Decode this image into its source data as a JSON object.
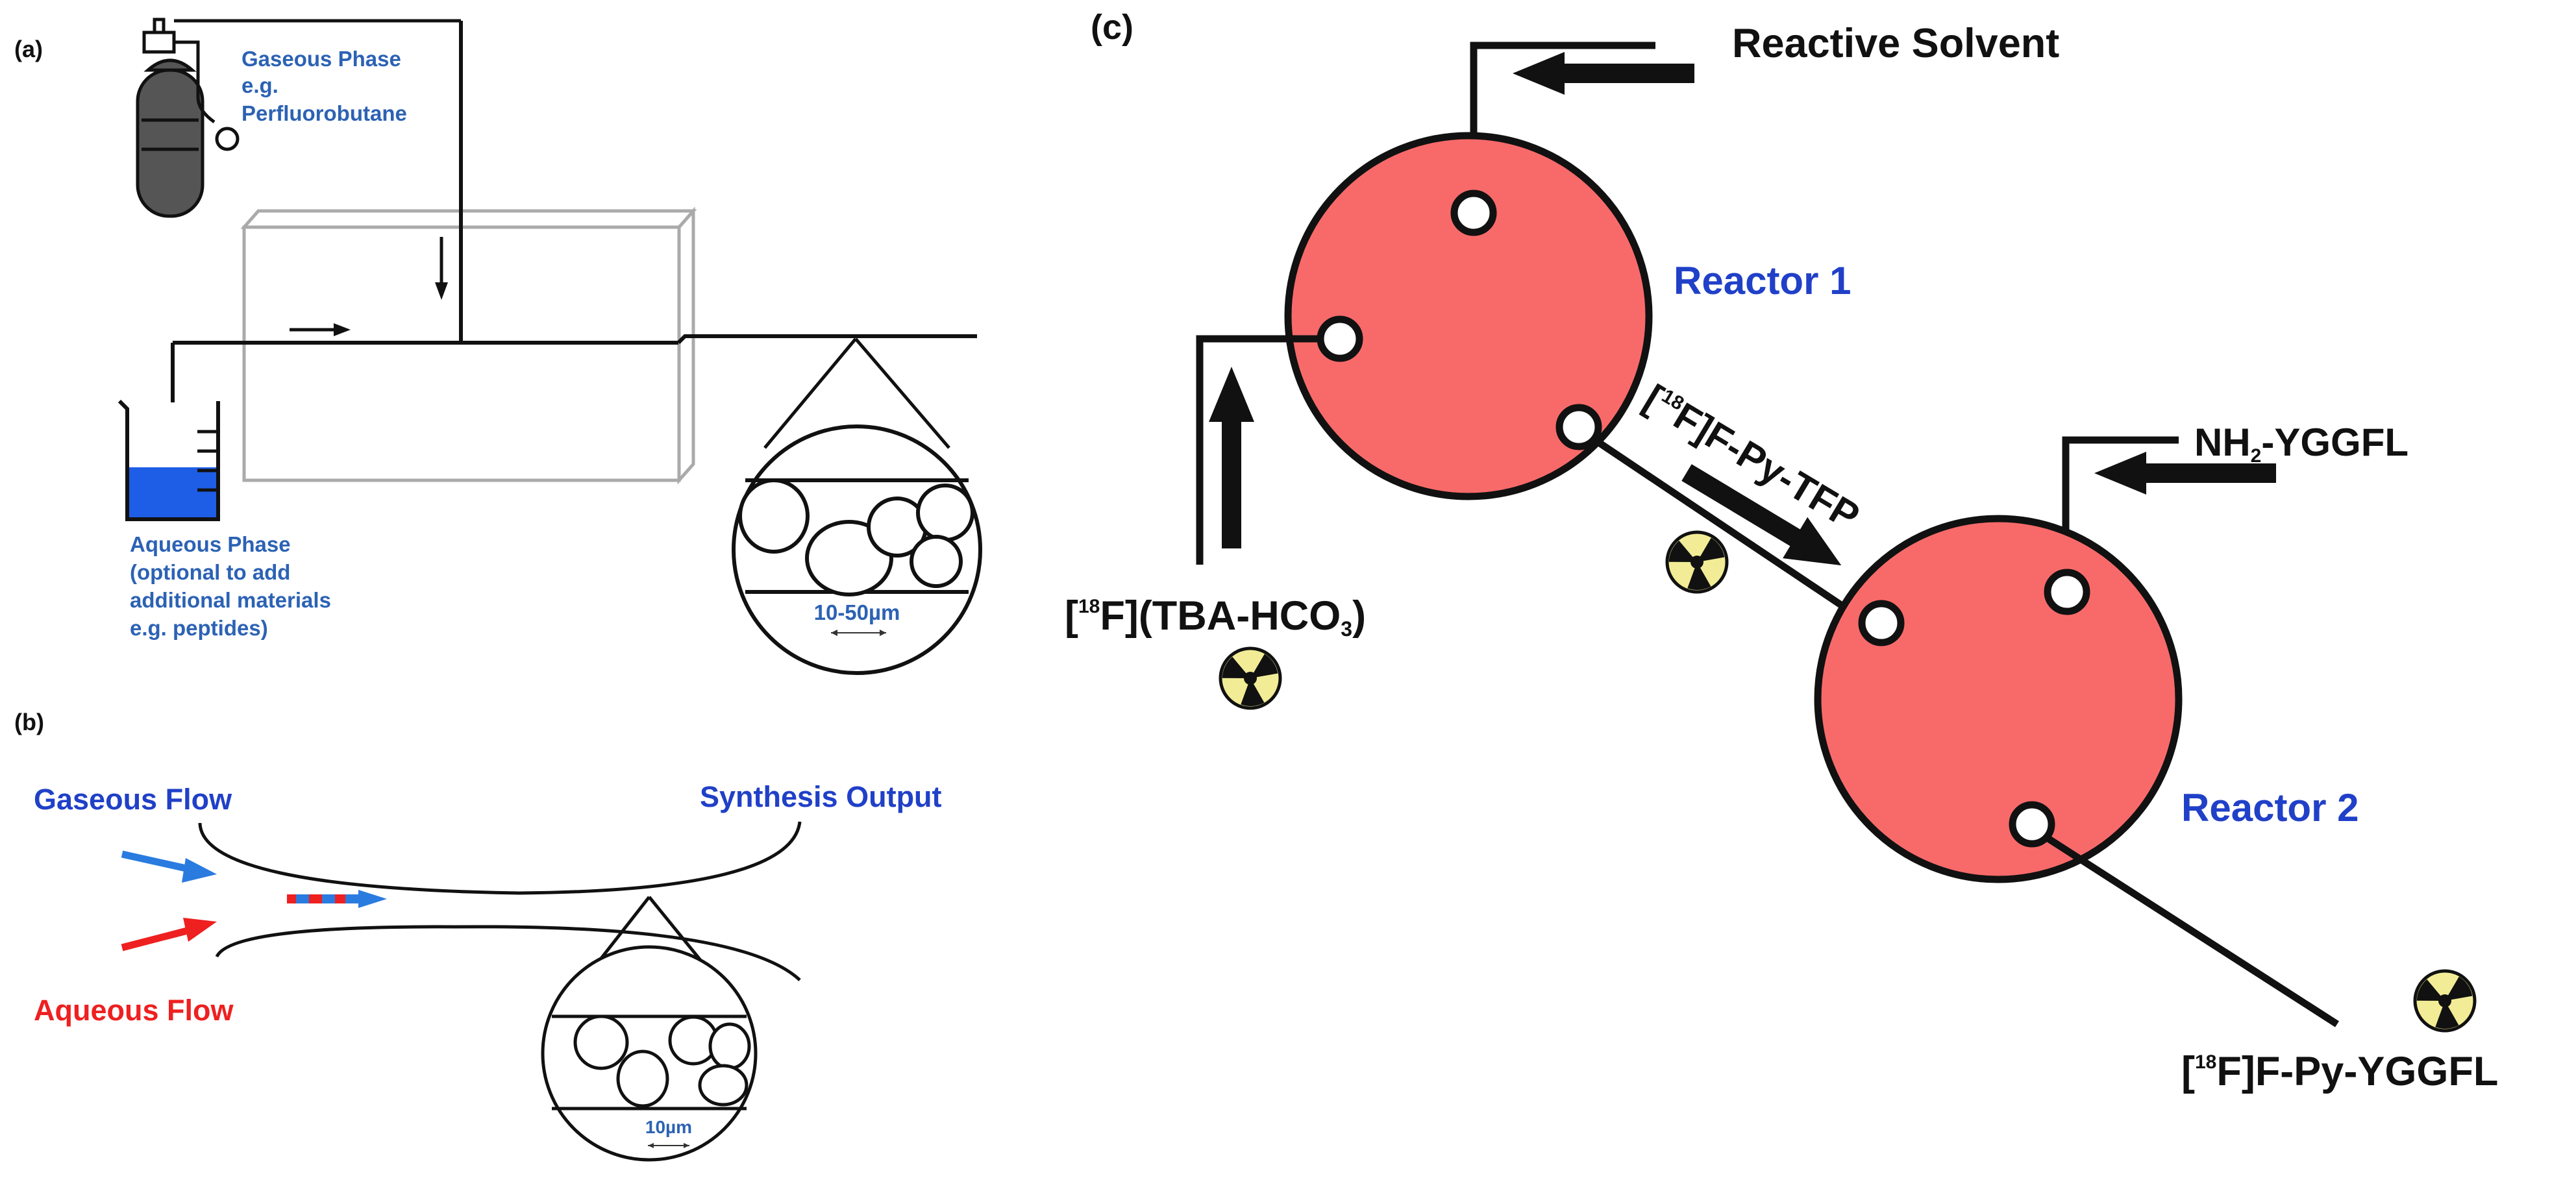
{
  "panel_a": {
    "label": "(a)",
    "gas_label": [
      "Gaseous Phase",
      "e.g.",
      "Perfluorobutane"
    ],
    "aqueous_label": [
      "Aqueous Phase",
      "(optional to add",
      "additional materials",
      "e.g. peptides)"
    ],
    "scale_label": "10-50µm"
  },
  "panel_b": {
    "label": "(b)",
    "gas_flow": "Gaseous Flow",
    "aqueous_flow": "Aqueous Flow",
    "output": "Synthesis Output",
    "scale_label": "10µm"
  },
  "panel_c": {
    "label": "(c)",
    "reactive_solvent": "Reactive Solvent",
    "reactor1": "Reactor 1",
    "reactor2": "Reactor 2",
    "peptide_prefix": "NH",
    "peptide_sub": "2",
    "peptide_suffix": "-YGGFL",
    "input_sup": "18",
    "input_pre": "[",
    "input_post": "F](TBA-HCO",
    "input_sub": "3",
    "input_close": ")",
    "intermediate_pre": "[",
    "intermediate_sup": "18",
    "intermediate_post": "F]F-Py-TFP",
    "product_pre": "[",
    "product_sup": "18",
    "product_post": "F]F-Py-YGGFL"
  },
  "colors": {
    "reactor_fill": "#f86a6a",
    "blue_label": "#2040c8",
    "steel_blue_label": "#2c62b4",
    "gas_arrow": "#2a7be0",
    "aqueous_arrow": "#ee2020",
    "radiation_fill": "#f2ec96",
    "water": "#1e5ee6",
    "cylinder": "#555555"
  }
}
